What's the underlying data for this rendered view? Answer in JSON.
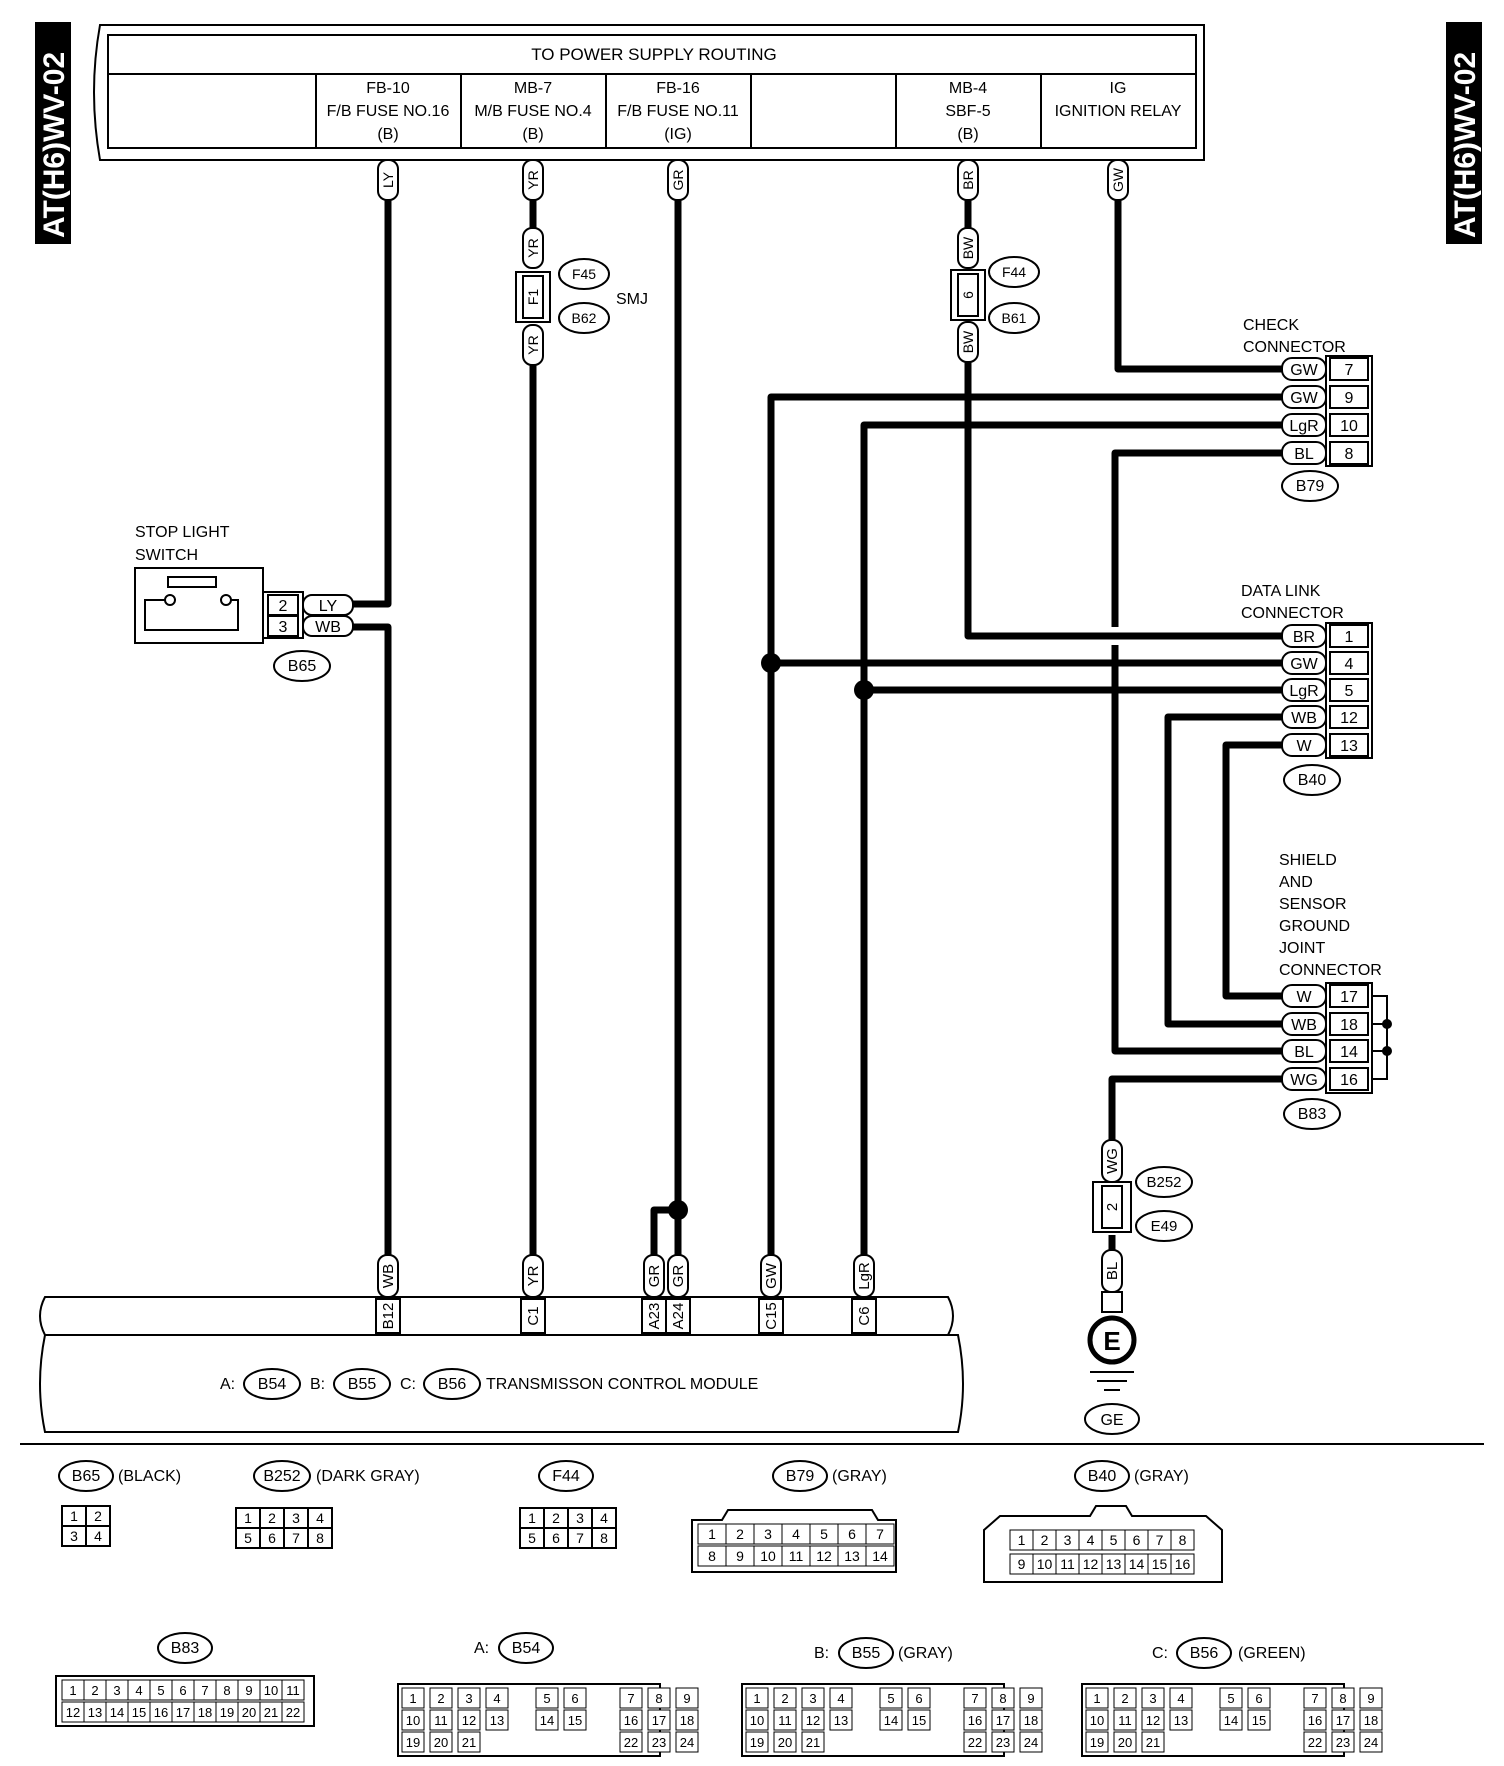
{
  "side_labels": {
    "left": "AT(H6)WV-02",
    "right": "AT(H6)WV-02"
  },
  "power": {
    "title": "TO POWER SUPPLY ROUTING",
    "fb10": {
      "l1": "FB-10",
      "l2": "F/B FUSE NO.16",
      "l3": "(B)"
    },
    "mb7": {
      "l1": "MB-7",
      "l2": "M/B FUSE NO.4",
      "l3": "(B)"
    },
    "fb16": {
      "l1": "FB-16",
      "l2": "F/B FUSE NO.11",
      "l3": "(IG)"
    },
    "mb4": {
      "l1": "MB-4",
      "l2": "SBF-5",
      "l3": "(B)"
    },
    "ig": {
      "l1": "IG",
      "l2": "IGNITION RELAY"
    }
  },
  "wires": {
    "ly": "LY",
    "yr": "YR",
    "gr": "GR",
    "br": "BR",
    "gw": "GW",
    "bw": "BW",
    "wb": "WB",
    "lgr": "LgR",
    "bl": "BL",
    "w": "W",
    "wg": "WG"
  },
  "smj": {
    "label": "SMJ",
    "pin_f1": "F1",
    "pin_6": "6",
    "f45": "F45",
    "b62": "B62",
    "f44": "F44",
    "b61": "B61"
  },
  "stop_light": {
    "l1": "STOP LIGHT",
    "l2": "SWITCH",
    "pin2": "2",
    "pin3": "3",
    "conn": "B65"
  },
  "check_conn": {
    "l1": "CHECK",
    "l2": "CONNECTOR",
    "p7": "7",
    "p9": "9",
    "p10": "10",
    "p8": "8",
    "conn": "B79"
  },
  "data_link": {
    "l1": "DATA LINK",
    "l2": "CONNECTOR",
    "p1": "1",
    "p4": "4",
    "p5": "5",
    "p12": "12",
    "p13": "13",
    "conn": "B40"
  },
  "shield": {
    "l1": "SHIELD",
    "l2": "AND",
    "l3": "SENSOR",
    "l4": "GROUND",
    "l5": "JOINT",
    "l6": "CONNECTOR",
    "p17": "17",
    "p18": "18",
    "p14": "14",
    "p16": "16",
    "conn": "B83"
  },
  "ground": {
    "b252": "B252",
    "e49": "E49",
    "pin": "2",
    "e": "E",
    "ge": "GE"
  },
  "tcm": {
    "pins": {
      "b12": "B12",
      "c1": "C1",
      "a23": "A23",
      "a24": "A24",
      "c15": "C15",
      "c6": "C6"
    },
    "a": "A:",
    "b54": "B54",
    "b": "B:",
    "b55": "B55",
    "c": "C:",
    "b56": "B56",
    "label": "TRANSMISSON CONTROL MODULE"
  },
  "legend": {
    "b65": {
      "id": "B65",
      "color": "(BLACK)"
    },
    "b252": {
      "id": "B252",
      "color": "(DARK GRAY)"
    },
    "f44": {
      "id": "F44"
    },
    "b79": {
      "id": "B79",
      "color": "(GRAY)"
    },
    "b40": {
      "id": "B40",
      "color": "(GRAY)"
    },
    "b83": {
      "id": "B83"
    },
    "b54": {
      "prefix": "A:",
      "id": "B54"
    },
    "b55": {
      "prefix": "B:",
      "id": "B55",
      "color": "(GRAY)"
    },
    "b56": {
      "prefix": "C:",
      "id": "B56",
      "color": "(GREEN)"
    }
  },
  "connector_pins": {
    "four": [
      "1",
      "2",
      "3",
      "4"
    ],
    "eight": [
      "1",
      "2",
      "3",
      "4",
      "5",
      "6",
      "7",
      "8"
    ],
    "b79_top": [
      "1",
      "2",
      "3",
      "4",
      "5",
      "6",
      "7"
    ],
    "b79_bot": [
      "8",
      "9",
      "10",
      "11",
      "12",
      "13",
      "14"
    ],
    "b40_top": [
      "1",
      "2",
      "3",
      "4",
      "5",
      "6",
      "7",
      "8"
    ],
    "b40_bot": [
      "9",
      "10",
      "11",
      "12",
      "13",
      "14",
      "15",
      "16"
    ],
    "b83_top": [
      "1",
      "2",
      "3",
      "4",
      "5",
      "6",
      "7",
      "8",
      "9",
      "10",
      "11"
    ],
    "b83_bot": [
      "12",
      "13",
      "14",
      "15",
      "16",
      "17",
      "18",
      "19",
      "20",
      "21",
      "22"
    ],
    "big_r1": [
      "1",
      "2",
      "3",
      "4",
      "5",
      "6",
      "7",
      "8",
      "9"
    ],
    "big_r2": [
      "10",
      "11",
      "12",
      "13",
      "14",
      "15",
      "16",
      "17",
      "18"
    ],
    "big_r3": [
      "19",
      "20",
      "21",
      "22",
      "23",
      "24"
    ]
  }
}
